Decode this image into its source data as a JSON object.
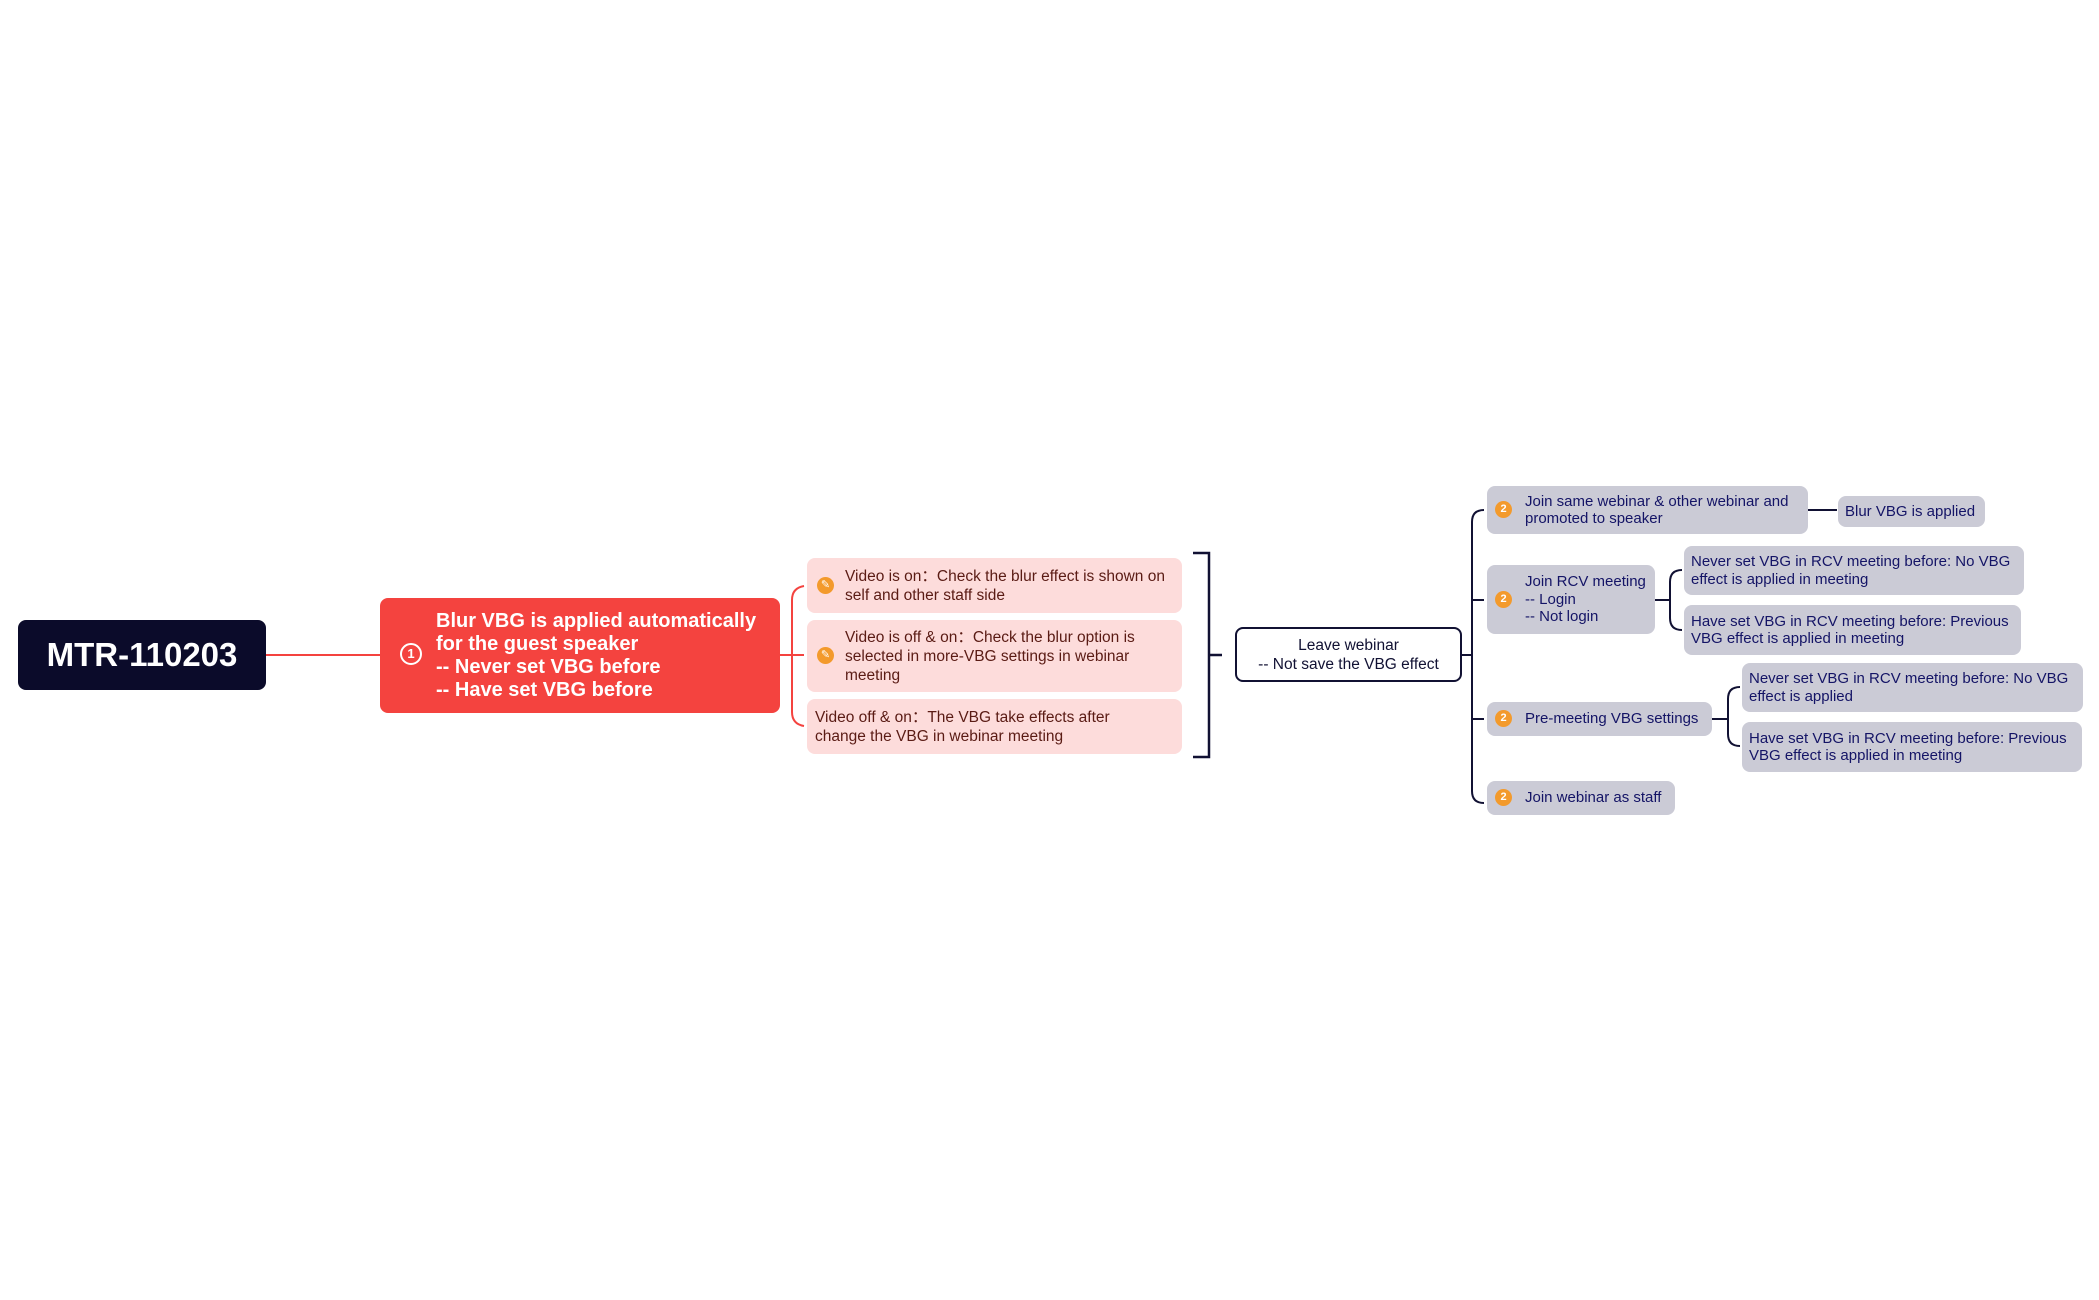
{
  "root": {
    "label": "MTR-110203"
  },
  "main": {
    "step": "1",
    "lines": [
      "Blur VBG is applied automatically",
      "for the guest speaker",
      "-- Never set VBG before",
      "-- Have set VBG before"
    ]
  },
  "checks": [
    {
      "icon": "edit-icon",
      "lines": [
        "Video is on：Check the blur effect is shown on",
        "self and other staff side"
      ]
    },
    {
      "icon": "edit-icon",
      "lines": [
        "Video is off & on：Check the blur option is",
        "selected in more-VBG settings in webinar",
        "meeting"
      ]
    },
    {
      "icon": "",
      "lines": [
        "Video off & on：The VBG take effects after",
        "change the VBG in webinar meeting"
      ]
    }
  ],
  "leave": {
    "lines": [
      "Leave webinar",
      "-- Not save the VBG effect"
    ]
  },
  "branches": [
    {
      "step": "2",
      "lines": [
        "Join same webinar & other webinar and",
        "promoted to speaker"
      ]
    },
    {
      "step": "2",
      "lines": [
        "Join RCV meeting",
        "-- Login",
        "-- Not login"
      ]
    },
    {
      "step": "2",
      "lines": [
        "Pre-meeting VBG settings"
      ]
    },
    {
      "step": "2",
      "lines": [
        "Join webinar as staff"
      ]
    }
  ],
  "leaves": [
    {
      "lines": [
        "Blur VBG is applied"
      ]
    },
    {
      "lines": [
        "Never set VBG in RCV meeting before: No VBG",
        "effect is applied in meeting"
      ]
    },
    {
      "lines": [
        "Have set VBG in RCV meeting before: Previous",
        "VBG effect is applied in meeting"
      ]
    },
    {
      "lines": [
        "Never set VBG in RCV meeting before: No VBG",
        "effect is applied"
      ]
    },
    {
      "lines": [
        "Have set VBG in RCV meeting before: Previous",
        "VBG effect is applied in meeting"
      ]
    }
  ],
  "colors": {
    "root_bg": "#0b0b2a",
    "main_bg": "#f4433f",
    "check_bg": "#fddcdb",
    "branch_bg": "#cbcbd6",
    "icon_orange": "#f39a2c",
    "line_red": "#f4433f",
    "line_dark": "#111133"
  }
}
